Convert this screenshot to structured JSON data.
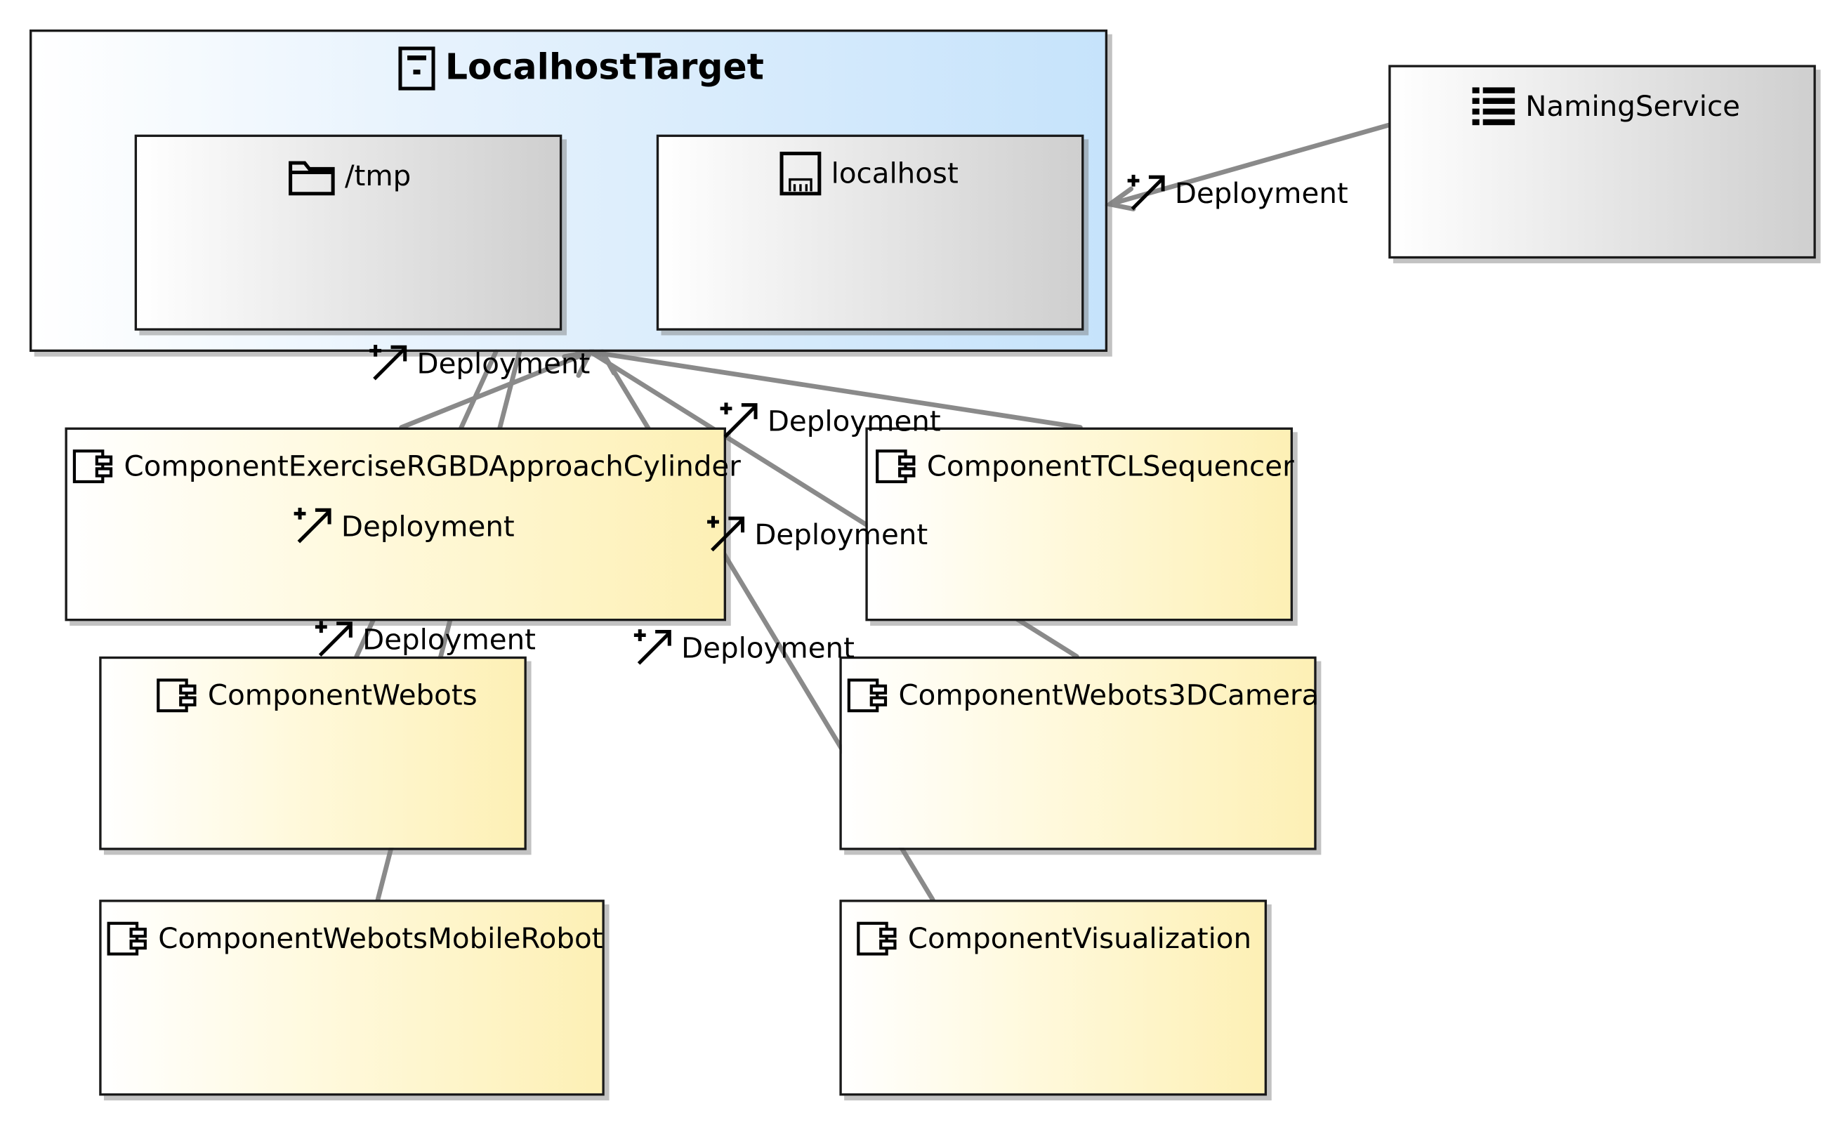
{
  "nodes": {
    "target": {
      "title": "LocalhostTarget",
      "icon": "server-icon"
    },
    "tmp": {
      "title": "/tmp",
      "icon": "folder-icon"
    },
    "localhost": {
      "title": "localhost",
      "icon": "network-port-icon"
    },
    "naming": {
      "title": "NamingService",
      "icon": "list-icon"
    },
    "exercise": {
      "title": "ComponentExerciseRGBDApproachCylinder",
      "icon": "component-icon"
    },
    "tcl": {
      "title": "ComponentTCLSequencer",
      "icon": "component-icon"
    },
    "webots": {
      "title": "ComponentWebots",
      "icon": "component-icon"
    },
    "webots3d": {
      "title": "ComponentWebots3DCamera",
      "icon": "component-icon"
    },
    "mobile": {
      "title": "ComponentWebotsMobileRobot",
      "icon": "component-icon"
    },
    "vis": {
      "title": "ComponentVisualization",
      "icon": "component-icon"
    }
  },
  "edge_labels": {
    "naming": "Deployment",
    "exercise": "Deployment",
    "tcl": "Deployment",
    "exercise_inner": "Deployment",
    "webots3d": "Deployment",
    "webots": "Deployment",
    "vis": "Deployment"
  },
  "colors": {
    "edge": "#8a8a8a",
    "target_fill": "#c6e3fb",
    "component_fill": "#fdf0b5",
    "device_fill": "#cfcfcf"
  }
}
